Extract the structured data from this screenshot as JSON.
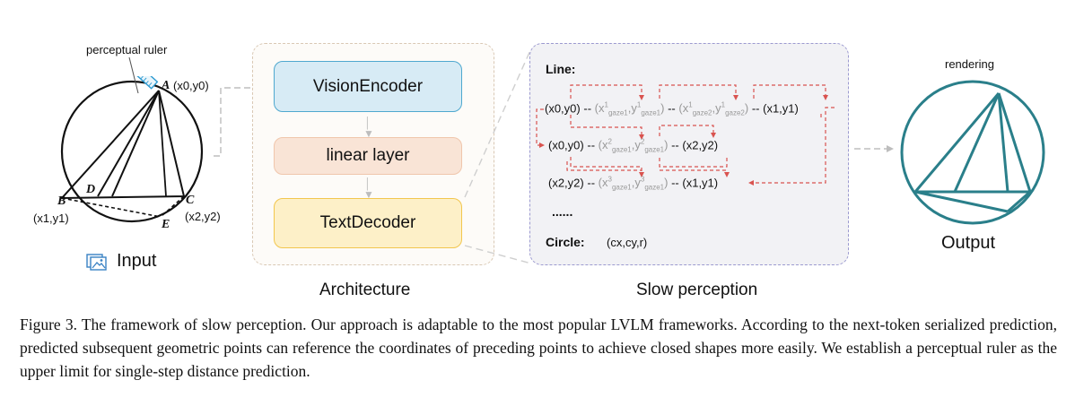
{
  "input": {
    "ruler_label": "perceptual ruler",
    "points": {
      "A": "A",
      "B": "B",
      "C": "C",
      "D": "D",
      "E": "E"
    },
    "coords": {
      "a": "(x0,y0)",
      "b": "(x1,y1)",
      "c": "(x2,y2)"
    },
    "caption": "Input",
    "caption_icon": "image-icon"
  },
  "architecture": {
    "blocks": [
      "VisionEncoder",
      "linear layer",
      "TextDecoder"
    ],
    "caption": "Architecture",
    "colors": {
      "vision": "#d7ebf5",
      "linear": "#f9e4d6",
      "text": "#fdf0c8"
    }
  },
  "slow_perception": {
    "line_title": "Line:",
    "row1": {
      "start": "(x0,y0)",
      "sep": "--",
      "g1": "(x",
      "g1sup": "1",
      "g1sub": "gaze1",
      "g1y": ",y",
      "g1ysup": "1",
      "g1ysub": "gaze1",
      "g1close": ")",
      "g2": "(x",
      "g2sup": "1",
      "g2sub": "gaze2",
      "g2y": ",y",
      "g2ysup": "1",
      "g2ysub": "gaze2",
      "g2close": ")",
      "end": "(x1,y1)"
    },
    "row2": {
      "start": "(x0,y0)",
      "sep": "--",
      "g1": "(x",
      "g1sup": "2",
      "g1sub": "gaze1",
      "g1y": ",y",
      "g1ysup": "2",
      "g1ysub": "gaze1",
      "g1close": ")",
      "end": "(x2,y2)"
    },
    "row3": {
      "start": "(x2,y2)",
      "sep": "--",
      "g1": "(x",
      "g1sup": "3",
      "g1sub": "gaze1",
      "g1y": ",y",
      "g1ysup": "3",
      "g1ysub": "gaze1",
      "g1close": ")",
      "end": "(x1,y1)"
    },
    "ellipsis": "......",
    "circle_title": "Circle:",
    "circle_value": "(cx,cy,r)",
    "caption": "Slow perception",
    "arrow_color": "#d9534f"
  },
  "output": {
    "rendering_label": "rendering",
    "caption": "Output",
    "stroke_color": "#2a7f8a"
  },
  "figure_caption": "Figure 3. The framework of slow perception. Our approach is adaptable to the most popular LVLM frameworks. According to the next-token serialized prediction, predicted subsequent geometric points can reference the coordinates of preceding points to achieve closed shapes more easily. We establish a perceptual ruler as the upper limit for single-step distance prediction."
}
